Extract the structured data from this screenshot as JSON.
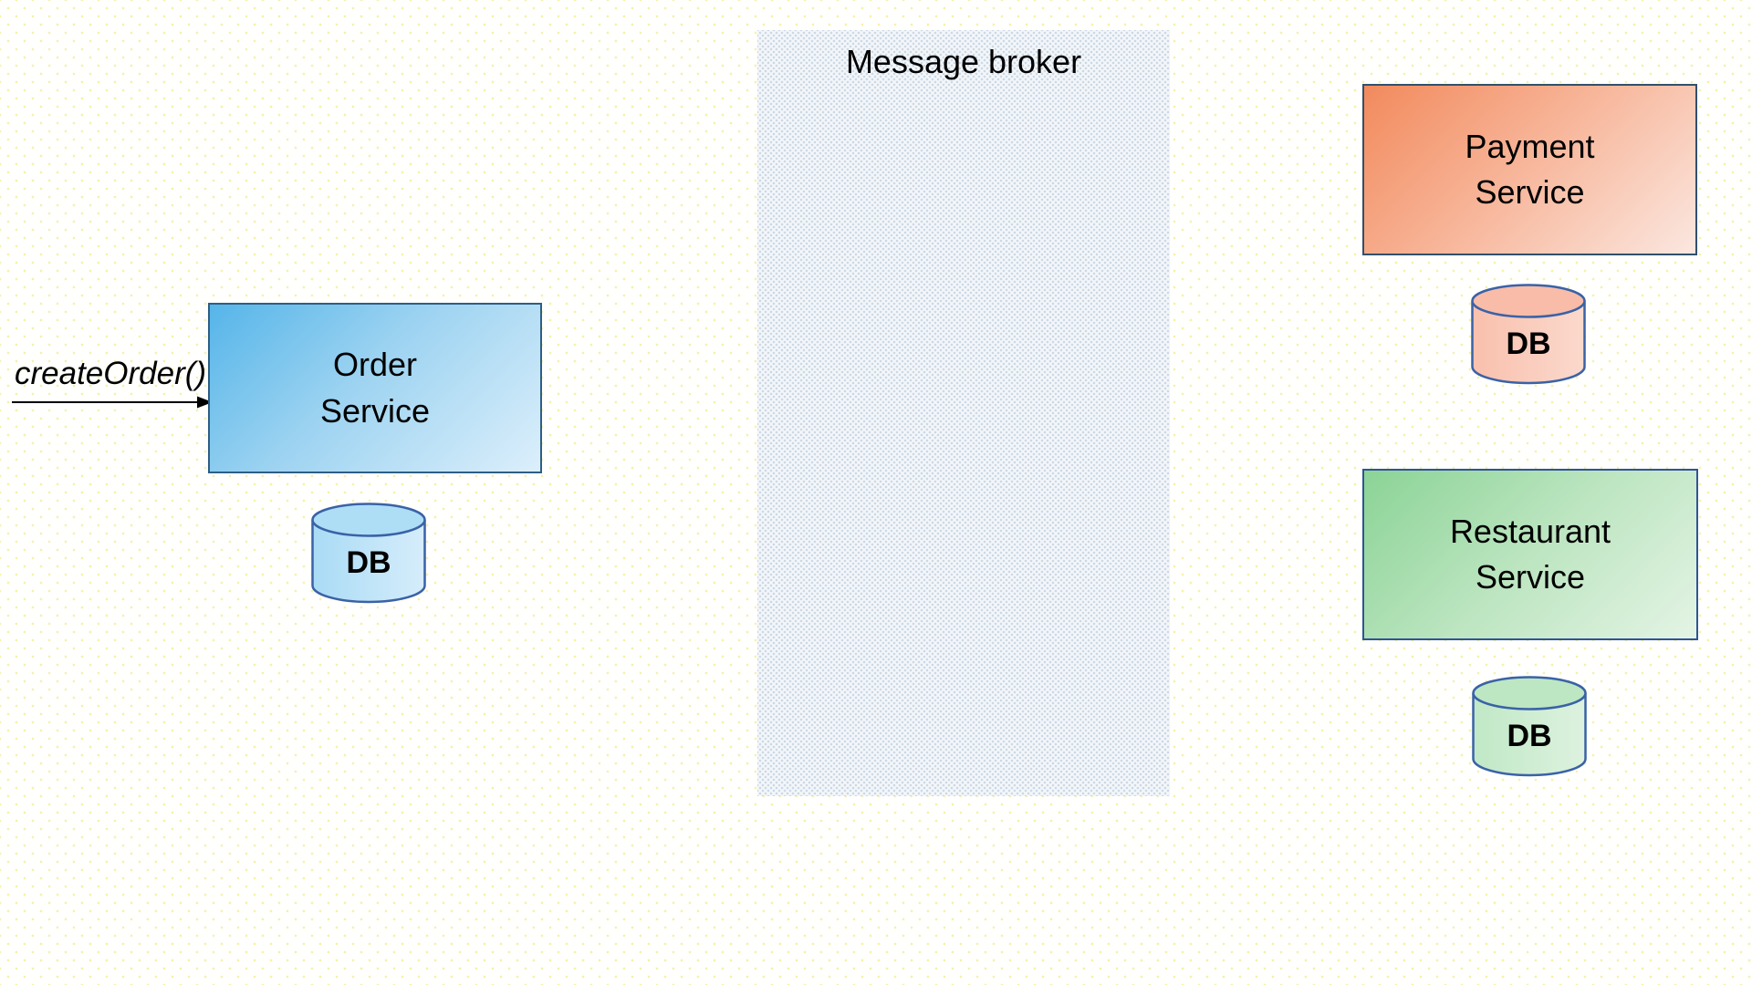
{
  "caller": {
    "label": "createOrder()"
  },
  "broker": {
    "title": "Message broker"
  },
  "services": {
    "order": {
      "line1": "Order",
      "line2": "Service",
      "db_label": "DB"
    },
    "payment": {
      "line1": "Payment",
      "line2": "Service",
      "db_label": "DB"
    },
    "restaurant": {
      "line1": "Restaurant",
      "line2": "Service",
      "db_label": "DB"
    }
  },
  "colors": {
    "order_box_start": "#55B5E9",
    "order_box_end": "#DCEFFB",
    "order_box_border": "#2D5E85",
    "payment_box_start": "#F28A5D",
    "payment_box_end": "#FBE7E0",
    "payment_box_border": "#31506B",
    "restaurant_box_start": "#8BD396",
    "restaurant_box_end": "#E4F4E5",
    "restaurant_box_border": "#2F5496",
    "cylinder_border": "#3A62A6",
    "db_blue_body_start": "#A9DBF5",
    "db_blue_body_end": "#D6EDFB",
    "db_blue_top": "#AEDDF6",
    "db_orange_body_start": "#F9C0AD",
    "db_orange_body_end": "#FBD9CD",
    "db_orange_top": "#F8BCA8",
    "db_green_body_start": "#C0E8C6",
    "db_green_body_end": "#DDF2DF",
    "db_green_top": "#BDE6C3",
    "arrow_color": "#000000",
    "text_color": "#000000",
    "broker_fill": "#EFF3F7",
    "page_dot_color": "#F6F0A8"
  }
}
